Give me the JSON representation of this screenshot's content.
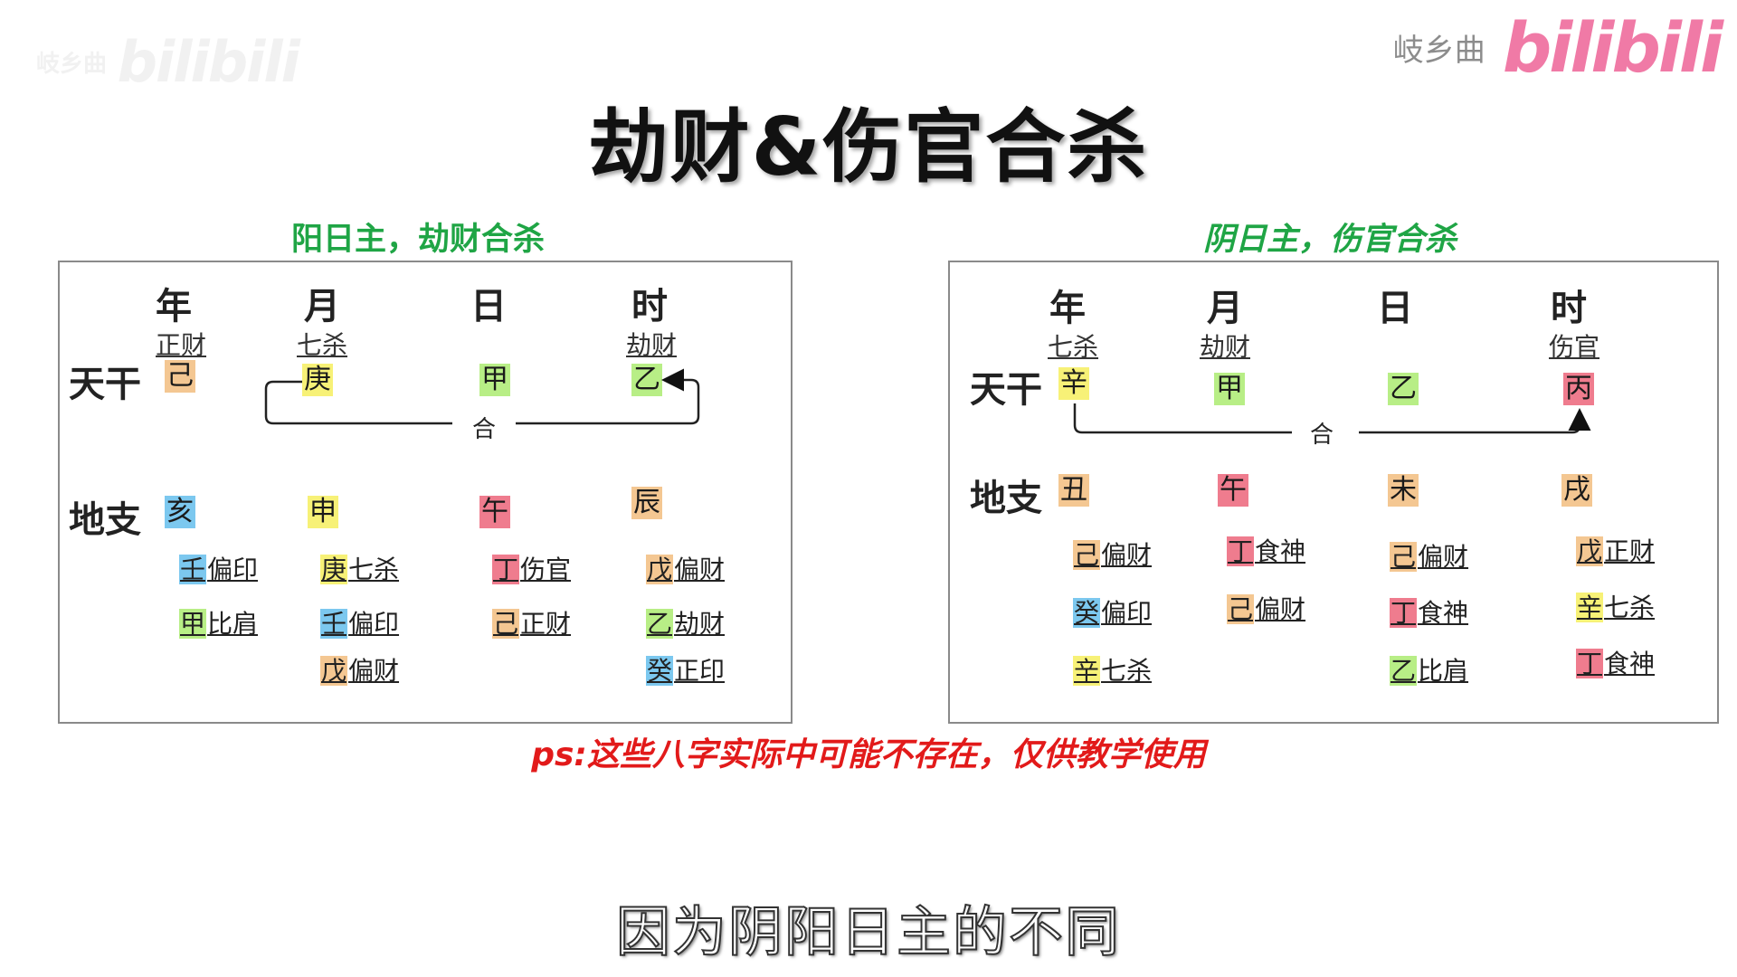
{
  "watermark_left": {
    "user": "岐乡曲",
    "logo": "bilibili"
  },
  "watermark_right": {
    "user": "岐乡曲",
    "logo": "bilibili"
  },
  "title": "劫财&伤官合杀",
  "left": {
    "heading": "阳日主，劫财合杀",
    "pillars": [
      "年",
      "月",
      "日",
      "时"
    ],
    "rows": {
      "tiangan": "天干",
      "dizhi": "地支"
    },
    "gods": [
      "正财",
      "七杀",
      "",
      "劫财"
    ],
    "stems": [
      {
        "char": "己",
        "color": "#f4c792"
      },
      {
        "char": "庚",
        "color": "#f7f177"
      },
      {
        "char": "甲",
        "color": "#b8ee86"
      },
      {
        "char": "乙",
        "color": "#b8ee86"
      }
    ],
    "he_label": "合",
    "branches": [
      {
        "char": "亥",
        "color": "#7cc8ef"
      },
      {
        "char": "申",
        "color": "#f7f177"
      },
      {
        "char": "午",
        "color": "#ef7c8e"
      },
      {
        "char": "辰",
        "color": "#f4c792"
      }
    ],
    "hidden": [
      [
        {
          "stem": "壬",
          "god": "偏印",
          "color": "#7cc8ef"
        },
        {
          "stem": "甲",
          "god": "比肩",
          "color": "#b8ee86"
        }
      ],
      [
        {
          "stem": "庚",
          "god": "七杀",
          "color": "#f7f177"
        },
        {
          "stem": "壬",
          "god": "偏印",
          "color": "#7cc8ef"
        },
        {
          "stem": "戊",
          "god": "偏财",
          "color": "#f4c792"
        }
      ],
      [
        {
          "stem": "丁",
          "god": "伤官",
          "color": "#ef7c8e"
        },
        {
          "stem": "己",
          "god": "正财",
          "color": "#f4c792"
        }
      ],
      [
        {
          "stem": "戊",
          "god": "偏财",
          "color": "#f4c792"
        },
        {
          "stem": "乙",
          "god": "劫财",
          "color": "#b8ee86"
        },
        {
          "stem": "癸",
          "god": "正印",
          "color": "#7cc8ef"
        }
      ]
    ]
  },
  "right": {
    "heading": "阴日主，伤官合杀",
    "pillars": [
      "年",
      "月",
      "日",
      "时"
    ],
    "rows": {
      "tiangan": "天干",
      "dizhi": "地支"
    },
    "gods": [
      "七杀",
      "劫财",
      "",
      "伤官"
    ],
    "stems": [
      {
        "char": "辛",
        "color": "#f7f177"
      },
      {
        "char": "甲",
        "color": "#b8ee86"
      },
      {
        "char": "乙",
        "color": "#b8ee86"
      },
      {
        "char": "丙",
        "color": "#ef7c8e"
      }
    ],
    "he_label": "合",
    "branches": [
      {
        "char": "丑",
        "color": "#f4c792"
      },
      {
        "char": "午",
        "color": "#ef7c8e"
      },
      {
        "char": "未",
        "color": "#f4c792"
      },
      {
        "char": "戌",
        "color": "#f4c792"
      }
    ],
    "hidden": [
      [
        {
          "stem": "己",
          "god": "偏财",
          "color": "#f4c792"
        },
        {
          "stem": "癸",
          "god": "偏印",
          "color": "#7cc8ef"
        },
        {
          "stem": "辛",
          "god": "七杀",
          "color": "#f7f177"
        }
      ],
      [
        {
          "stem": "丁",
          "god": "食神",
          "color": "#ef7c8e"
        },
        {
          "stem": "己",
          "god": "偏财",
          "color": "#f4c792"
        }
      ],
      [
        {
          "stem": "己",
          "god": "偏财",
          "color": "#f4c792"
        },
        {
          "stem": "丁",
          "god": "食神",
          "color": "#ef7c8e"
        },
        {
          "stem": "乙",
          "god": "比肩",
          "color": "#b8ee86"
        }
      ],
      [
        {
          "stem": "戊",
          "god": "正财",
          "color": "#f4c792"
        },
        {
          "stem": "辛",
          "god": "七杀",
          "color": "#f7f177"
        },
        {
          "stem": "丁",
          "god": "食神",
          "color": "#ef7c8e"
        }
      ]
    ]
  },
  "note": "ps:这些八字实际中可能不存在，仅供教学使用",
  "caption": "因为阴阳日主的不同"
}
